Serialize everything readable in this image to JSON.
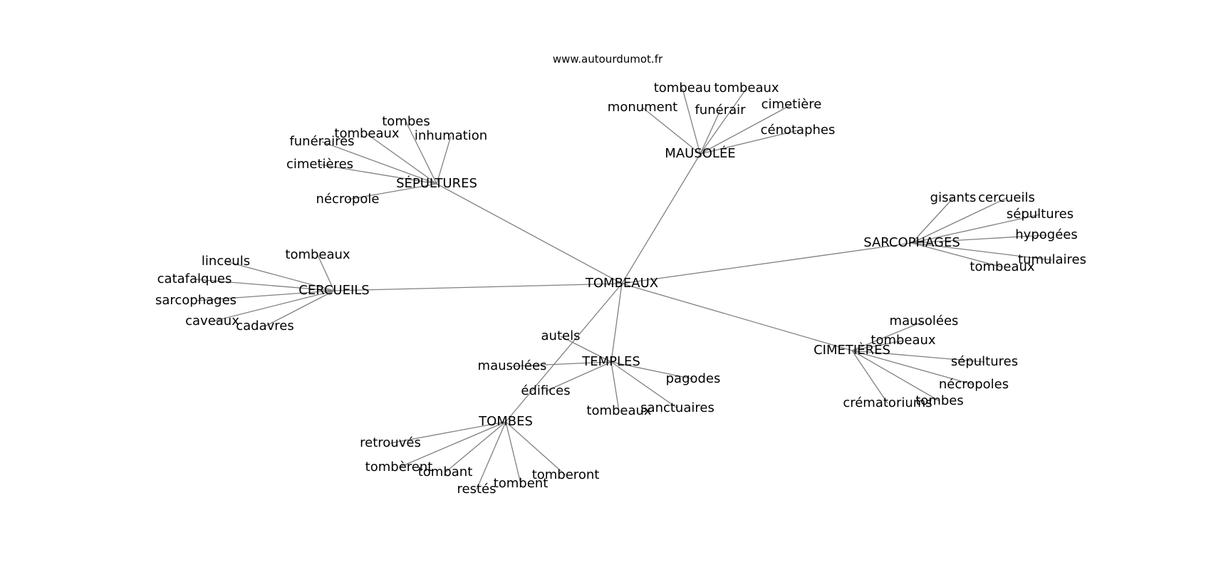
{
  "source": "www.autourdumot.fr",
  "graph": {
    "edge_color": "#808080",
    "center": "TOMBEAUX",
    "nodes": [
      {
        "id": "tombeaux_c",
        "label": "TOMBEAUX"
      },
      {
        "id": "sepultures",
        "label": "SÉPULTURES"
      },
      {
        "id": "mausolee",
        "label": "MAUSOLÉE"
      },
      {
        "id": "sarcophages",
        "label": "SARCOPHAGES"
      },
      {
        "id": "cercueils",
        "label": "CERCUEILS"
      },
      {
        "id": "cimetieres",
        "label": "CIMETIÈRES"
      },
      {
        "id": "temples",
        "label": "TEMPLES"
      },
      {
        "id": "tombes",
        "label": "TOMBES"
      },
      {
        "id": "sep_tombes",
        "label": "tombes"
      },
      {
        "id": "sep_tombeaux",
        "label": "tombeaux"
      },
      {
        "id": "sep_inhumation",
        "label": "inhumation"
      },
      {
        "id": "sep_funeraires",
        "label": "funéraires"
      },
      {
        "id": "sep_cimetieres",
        "label": "cimetières"
      },
      {
        "id": "sep_necropole",
        "label": "nécropole"
      },
      {
        "id": "mau_tombeau",
        "label": "tombeau"
      },
      {
        "id": "mau_tombeaux",
        "label": "tombeaux"
      },
      {
        "id": "mau_monument",
        "label": "monument"
      },
      {
        "id": "mau_funerair",
        "label": "funérair"
      },
      {
        "id": "mau_cimetiere",
        "label": "cimetière"
      },
      {
        "id": "mau_cenotaphes",
        "label": "cénotaphes"
      },
      {
        "id": "sar_gisants",
        "label": "gisants"
      },
      {
        "id": "sar_cercueils",
        "label": "cercueils"
      },
      {
        "id": "sar_sepultures",
        "label": "sépultures"
      },
      {
        "id": "sar_hypogees",
        "label": "hypogées"
      },
      {
        "id": "sar_tumulaires",
        "label": "tumulaires"
      },
      {
        "id": "sar_tombeaux",
        "label": "tombeaux"
      },
      {
        "id": "cer_tombeaux",
        "label": "tombeaux"
      },
      {
        "id": "cer_linceuls",
        "label": "linceuls"
      },
      {
        "id": "cer_catafalques",
        "label": "catafalques"
      },
      {
        "id": "cer_sarcophages",
        "label": "sarcophages"
      },
      {
        "id": "cer_caveaux",
        "label": "caveaux"
      },
      {
        "id": "cer_cadavres",
        "label": "cadavres"
      },
      {
        "id": "cim_mausolees",
        "label": "mausolées"
      },
      {
        "id": "cim_tombeaux",
        "label": "tombeaux"
      },
      {
        "id": "cim_sepultures",
        "label": "sépultures"
      },
      {
        "id": "cim_necropoles",
        "label": "nécropoles"
      },
      {
        "id": "cim_tombes",
        "label": "tombes"
      },
      {
        "id": "cim_crematoriums",
        "label": "crématoriums"
      },
      {
        "id": "tem_autels",
        "label": "autels"
      },
      {
        "id": "tem_mausolees",
        "label": "mausolées"
      },
      {
        "id": "tem_edifices",
        "label": "édifices"
      },
      {
        "id": "tem_pagodes",
        "label": "pagodes"
      },
      {
        "id": "tem_sanctuaires",
        "label": "sanctuaires"
      },
      {
        "id": "tem_tombeaux",
        "label": "tombeaux"
      },
      {
        "id": "tom_retrouves",
        "label": "retrouvés"
      },
      {
        "id": "tom_tomberent",
        "label": "tombèrent"
      },
      {
        "id": "tom_tombant",
        "label": "tombant"
      },
      {
        "id": "tom_restes",
        "label": "restés"
      },
      {
        "id": "tom_tombent",
        "label": "tombent"
      },
      {
        "id": "tom_tomberont",
        "label": "tomberont"
      }
    ],
    "edges": [
      [
        "tombeaux_c",
        "sepultures"
      ],
      [
        "tombeaux_c",
        "mausolee"
      ],
      [
        "tombeaux_c",
        "sarcophages"
      ],
      [
        "tombeaux_c",
        "cercueils"
      ],
      [
        "tombeaux_c",
        "cimetieres"
      ],
      [
        "tombeaux_c",
        "temples"
      ],
      [
        "tombeaux_c",
        "tombes"
      ],
      [
        "sepultures",
        "sep_tombes"
      ],
      [
        "sepultures",
        "sep_tombeaux"
      ],
      [
        "sepultures",
        "sep_inhumation"
      ],
      [
        "sepultures",
        "sep_funeraires"
      ],
      [
        "sepultures",
        "sep_cimetieres"
      ],
      [
        "sepultures",
        "sep_necropole"
      ],
      [
        "mausolee",
        "mau_tombeau"
      ],
      [
        "mausolee",
        "mau_tombeaux"
      ],
      [
        "mausolee",
        "mau_monument"
      ],
      [
        "mausolee",
        "mau_funerair"
      ],
      [
        "mausolee",
        "mau_cimetiere"
      ],
      [
        "mausolee",
        "mau_cenotaphes"
      ],
      [
        "sarcophages",
        "sar_gisants"
      ],
      [
        "sarcophages",
        "sar_cercueils"
      ],
      [
        "sarcophages",
        "sar_sepultures"
      ],
      [
        "sarcophages",
        "sar_hypogees"
      ],
      [
        "sarcophages",
        "sar_tumulaires"
      ],
      [
        "sarcophages",
        "sar_tombeaux"
      ],
      [
        "cercueils",
        "cer_tombeaux"
      ],
      [
        "cercueils",
        "cer_linceuls"
      ],
      [
        "cercueils",
        "cer_catafalques"
      ],
      [
        "cercueils",
        "cer_sarcophages"
      ],
      [
        "cercueils",
        "cer_caveaux"
      ],
      [
        "cercueils",
        "cer_cadavres"
      ],
      [
        "cimetieres",
        "cim_mausolees"
      ],
      [
        "cimetieres",
        "cim_tombeaux"
      ],
      [
        "cimetieres",
        "cim_sepultures"
      ],
      [
        "cimetieres",
        "cim_necropoles"
      ],
      [
        "cimetieres",
        "cim_tombes"
      ],
      [
        "cimetieres",
        "cim_crematoriums"
      ],
      [
        "temples",
        "tem_autels"
      ],
      [
        "temples",
        "tem_mausolees"
      ],
      [
        "temples",
        "tem_edifices"
      ],
      [
        "temples",
        "tem_pagodes"
      ],
      [
        "temples",
        "tem_sanctuaires"
      ],
      [
        "temples",
        "tem_tombeaux"
      ],
      [
        "tombes",
        "tom_retrouves"
      ],
      [
        "tombes",
        "tom_tomberent"
      ],
      [
        "tombes",
        "tom_tombant"
      ],
      [
        "tombes",
        "tom_restes"
      ],
      [
        "tombes",
        "tom_tombent"
      ],
      [
        "tombes",
        "tom_tomberont"
      ]
    ]
  }
}
